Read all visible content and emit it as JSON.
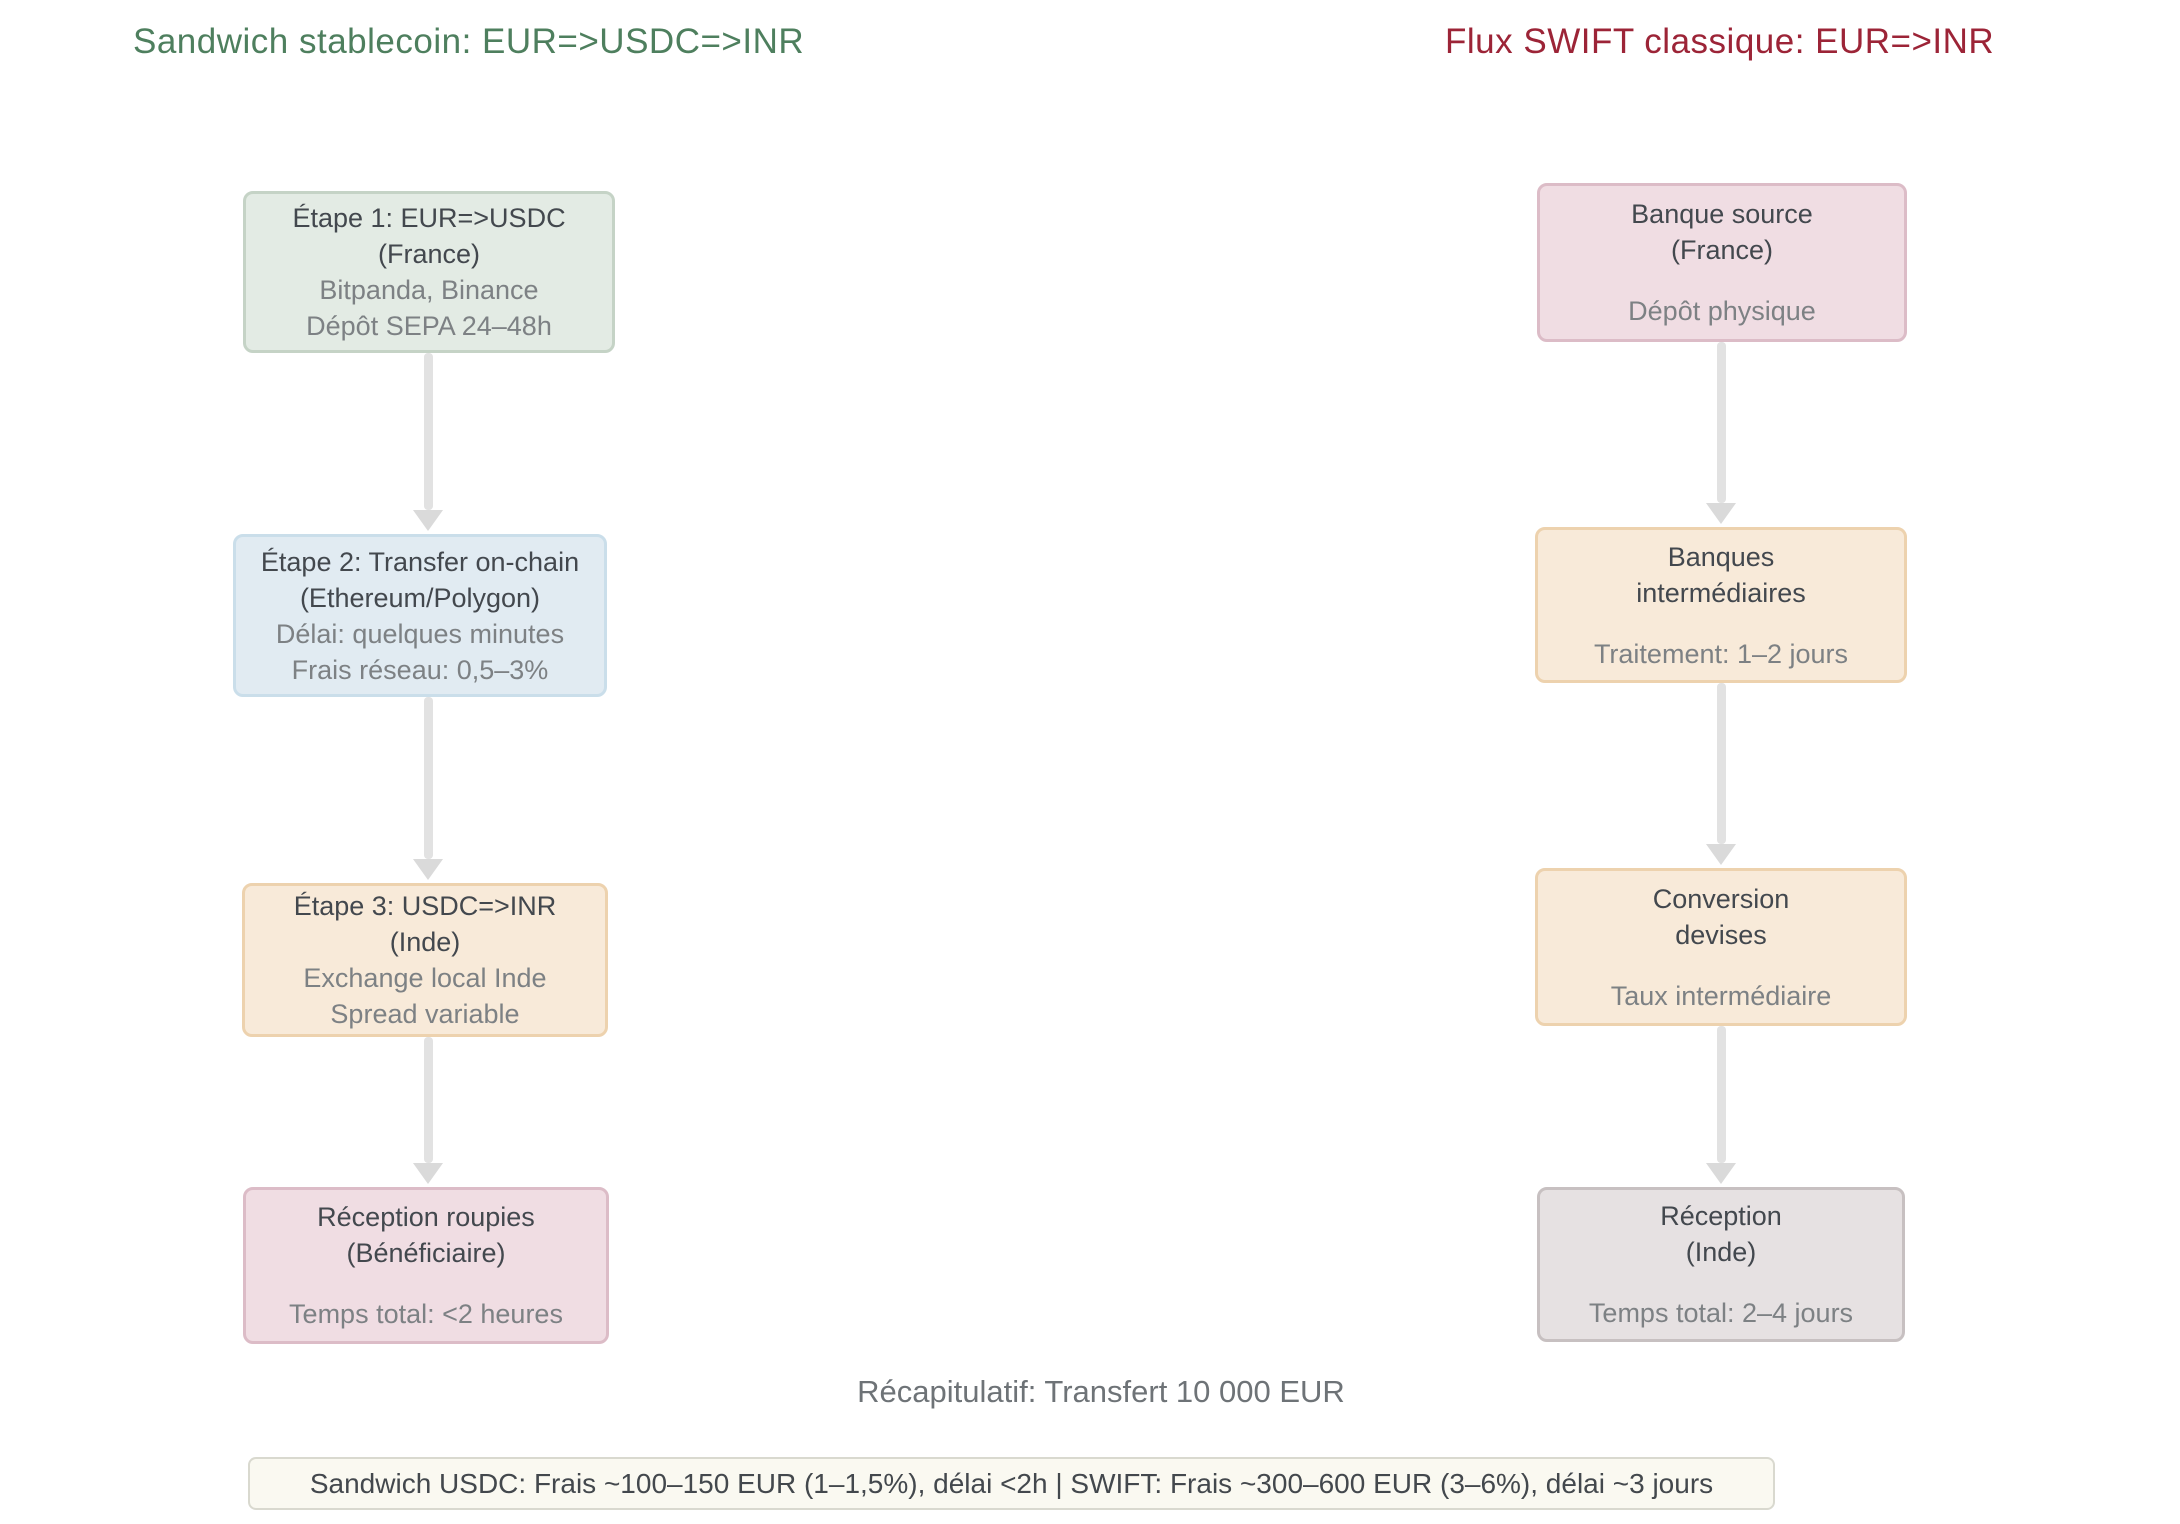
{
  "left_flow": {
    "title": "Sandwich stablecoin: EUR=>USDC=>INR",
    "nodes": [
      {
        "title": "Étape 1: EUR=>USDC\n(France)",
        "sub": "Bitpanda, Binance\nDépôt SEPA 24–48h"
      },
      {
        "title": "Étape 2: Transfer on-chain\n(Ethereum/Polygon)",
        "sub": "Délai: quelques minutes\nFrais réseau: 0,5–3%"
      },
      {
        "title": "Étape 3: USDC=>INR\n(Inde)",
        "sub": "Exchange local Inde\nSpread variable"
      },
      {
        "title": "Réception roupies\n(Bénéficiaire)",
        "sub": "Temps total: <2 heures"
      }
    ]
  },
  "right_flow": {
    "title": "Flux SWIFT classique: EUR=>INR",
    "nodes": [
      {
        "title": "Banque source\n(France)",
        "sub": "Dépôt physique"
      },
      {
        "title": "Banques\nintermédiaires",
        "sub": "Traitement: 1–2 jours"
      },
      {
        "title": "Conversion\ndevises",
        "sub": "Taux intermédiaire"
      },
      {
        "title": "Réception\n(Inde)",
        "sub": "Temps total: 2–4 jours"
      }
    ]
  },
  "footer": {
    "recap": "Récapitulatif: Transfert 10 000 EUR",
    "summary": "Sandwich USDC: Frais ~100–150 EUR (1–1,5%), délai <2h | SWIFT: Frais ~300–600 EUR (3–6%), délai ~3 jours"
  },
  "colors": {
    "left_title": "#4e7f5e",
    "right_title": "#9c2437",
    "node_title_text": "#43484e",
    "node_sub_text": "#7d8184",
    "arrow": "#e2e2e2",
    "green_fill": "#e3ebe4",
    "green_border": "#c5d3c6",
    "blue_fill": "#e1ebf2",
    "blue_border": "#cadeea",
    "peach_fill": "#f8ead9",
    "peach_border": "#edd2ae",
    "pink_fill": "#f0dde3",
    "pink_border": "#dcbcc7",
    "gray_fill": "#e6e1e2",
    "gray_border": "#c7c0c1",
    "summary_fill": "#faf9f1",
    "summary_border": "#d9d9cf"
  }
}
